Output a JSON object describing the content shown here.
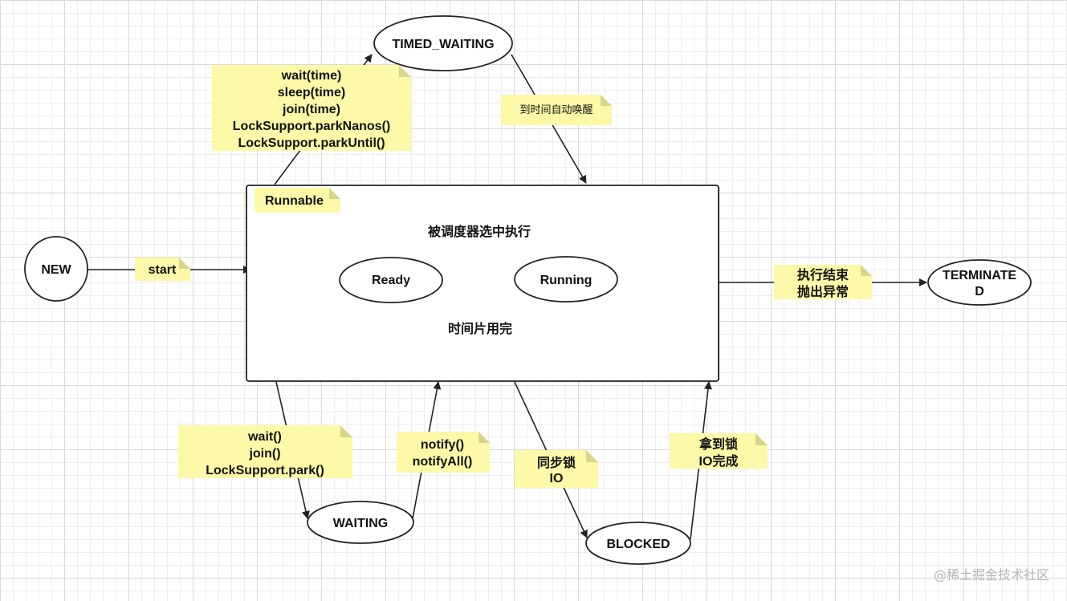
{
  "states": {
    "new": "NEW",
    "timed_waiting": "TIMED_WAITING",
    "runnable": "Runnable",
    "ready": "Ready",
    "running": "Running",
    "terminated_line1": "TERMINATE",
    "terminated_line2": "D",
    "waiting": "WAITING",
    "blocked": "BLOCKED"
  },
  "transitions": {
    "start": "start",
    "to_timed_waiting": [
      "wait(time)",
      "sleep(time)",
      "join(time)",
      "LockSupport.parkNanos()",
      "LockSupport.parkUntil()"
    ],
    "timed_wakeup": "到时间自动唤醒",
    "scheduled": "被调度器选中执行",
    "timeslice_done": "时间片用完",
    "to_terminated": [
      "执行结束",
      "抛出异常"
    ],
    "to_waiting": [
      "wait()",
      "join()",
      "LockSupport.park()"
    ],
    "from_waiting": [
      "notify()",
      "notifyAll()"
    ],
    "to_blocked": [
      "同步锁",
      "IO"
    ],
    "from_blocked": [
      "拿到锁",
      "IO完成"
    ]
  },
  "watermark": "@稀土掘金技术社区",
  "colors": {
    "note": "#fdf9a8",
    "note_fold": "#d9d58a",
    "stroke": "#222222"
  }
}
